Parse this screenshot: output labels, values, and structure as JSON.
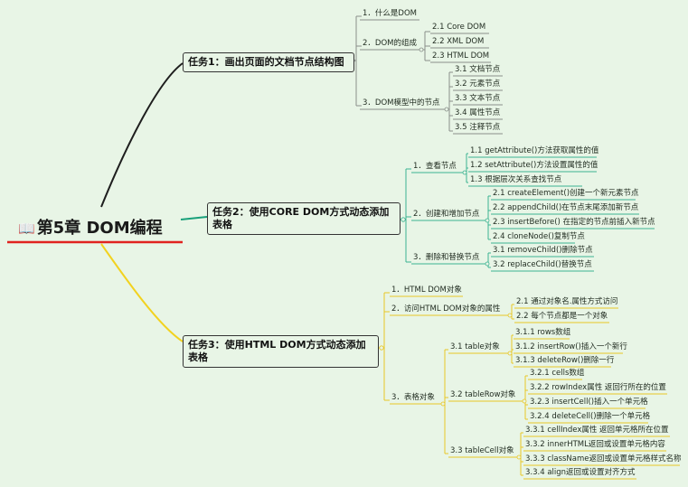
{
  "root": {
    "icon": "book-icon",
    "title": "第5章 DOM编程"
  },
  "task1": {
    "title": "任务1：画出页面的文档节点结构图",
    "n1": "1．什么是DOM",
    "n2": "2．DOM的组成",
    "n2_1": "2.1 Core DOM",
    "n2_2": "2.2 XML DOM",
    "n2_3": "2.3 HTML DOM",
    "n3": "3．DOM模型中的节点",
    "n3_1": "3.1 文档节点",
    "n3_2": "3.2 元素节点",
    "n3_3": "3.3 文本节点",
    "n3_4": "3.4 属性节点",
    "n3_5": "3.5 注释节点"
  },
  "task2": {
    "title": "任务2：使用CORE DOM方式动态添加表格",
    "n1": "1．查看节点",
    "n1_1": "1.1 getAttribute()方法获取属性的值",
    "n1_2": "1.2 setAttribute()方法设置属性的值",
    "n1_3": "1.3 根据层次关系查找节点",
    "n2": "2．创建和增加节点",
    "n2_1": "2.1 createElement()创建一个新元素节点",
    "n2_2": "2.2 appendChild()在节点末尾添加新节点",
    "n2_3": "2.3 insertBefore() 在指定的节点前插入新节点",
    "n2_4": "2.4 cloneNode()复制节点",
    "n3": "3．删除和替换节点",
    "n3_1": "3.1 removeChild()删除节点",
    "n3_2": "3.2 replaceChild()替换节点"
  },
  "task3": {
    "title": "任务3：使用HTML DOM方式动态添加表格",
    "n1": "1．HTML DOM对象",
    "n2": "2．访问HTML DOM对象的属性",
    "n2_1": "2.1 通过对象名.属性方式访问",
    "n2_2": "2.2 每个节点都是一个对象",
    "n3": "3．表格对象",
    "n3_1": "3.1 table对象",
    "n3_1_1": "3.1.1 rows数组",
    "n3_1_2": "3.1.2 insertRow()插入一个新行",
    "n3_1_3": "3.1.3 deleteRow()删除一行",
    "n3_2": "3.2 tableRow对象",
    "n3_2_1": "3.2.1 cells数组",
    "n3_2_2": "3.2.2 rowIndex属性 返回行所在的位置",
    "n3_2_3": "3.2.3 insertCell()插入一个单元格",
    "n3_2_4": "3.2.4 deleteCell()删除一个单元格",
    "n3_3": "3.3 tableCell对象",
    "n3_3_1": "3.3.1 cellIndex属性 返回单元格所在位置",
    "n3_3_2": "3.3.2 innerHTML返回或设置单元格内容",
    "n3_3_3": "3.3.3 className返回或设置单元格样式名称",
    "n3_3_4": "3.3.4 align返回或设置对齐方式"
  }
}
